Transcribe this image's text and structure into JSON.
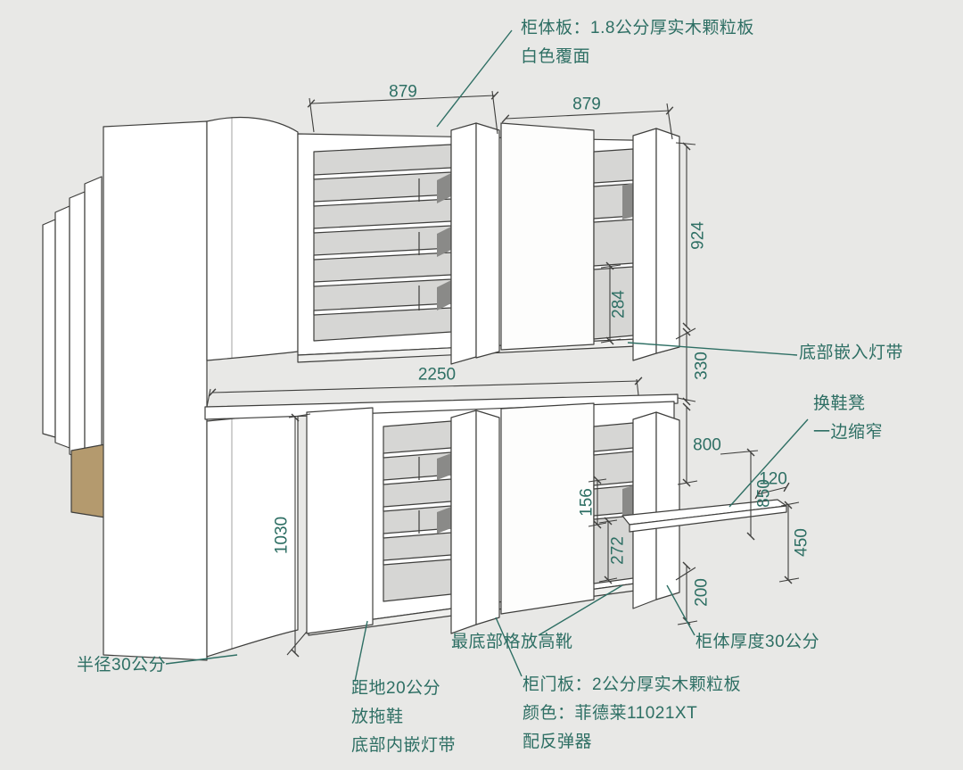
{
  "colors": {
    "background": "#e8e8e6",
    "line": "#3f3f3d",
    "annotation_teal": "#2e6f64",
    "panel_white": "#ffffff",
    "interior_gray": "#d6d6d4",
    "slot_dark": "#8a8a88",
    "wood_tan": "#b49a6e"
  },
  "labels": {
    "board_title": "柜体板：1.8公分厚实木颗粒板",
    "board_surface": "白色覆面",
    "bottom_light_strip": "底部嵌入灯带",
    "bench": "换鞋凳",
    "bench_narrow": "一边缩窄",
    "cabinet_thickness": "柜体厚度30公分",
    "boots_note": "最底部格放高靴",
    "radius_note": "半径30公分",
    "floor_gap": "距地20公分",
    "slippers": "放拖鞋",
    "bottom_inner_light": "底部内嵌灯带",
    "door_board": "柜门板：2公分厚实木颗粒板",
    "door_color": "颜色：菲德莱11021XT",
    "door_rebound": "配反弹器"
  },
  "dims": {
    "w1": "879",
    "w2": "879",
    "h_upper": "924",
    "gap_284": "284",
    "gap_330": "330",
    "span": "2250",
    "h_800": "800",
    "h_850": "850",
    "bench_end": "120",
    "gap_156": "156",
    "bench_h": "450",
    "boot_272": "272",
    "floor_200": "200",
    "door_h": "1030"
  }
}
